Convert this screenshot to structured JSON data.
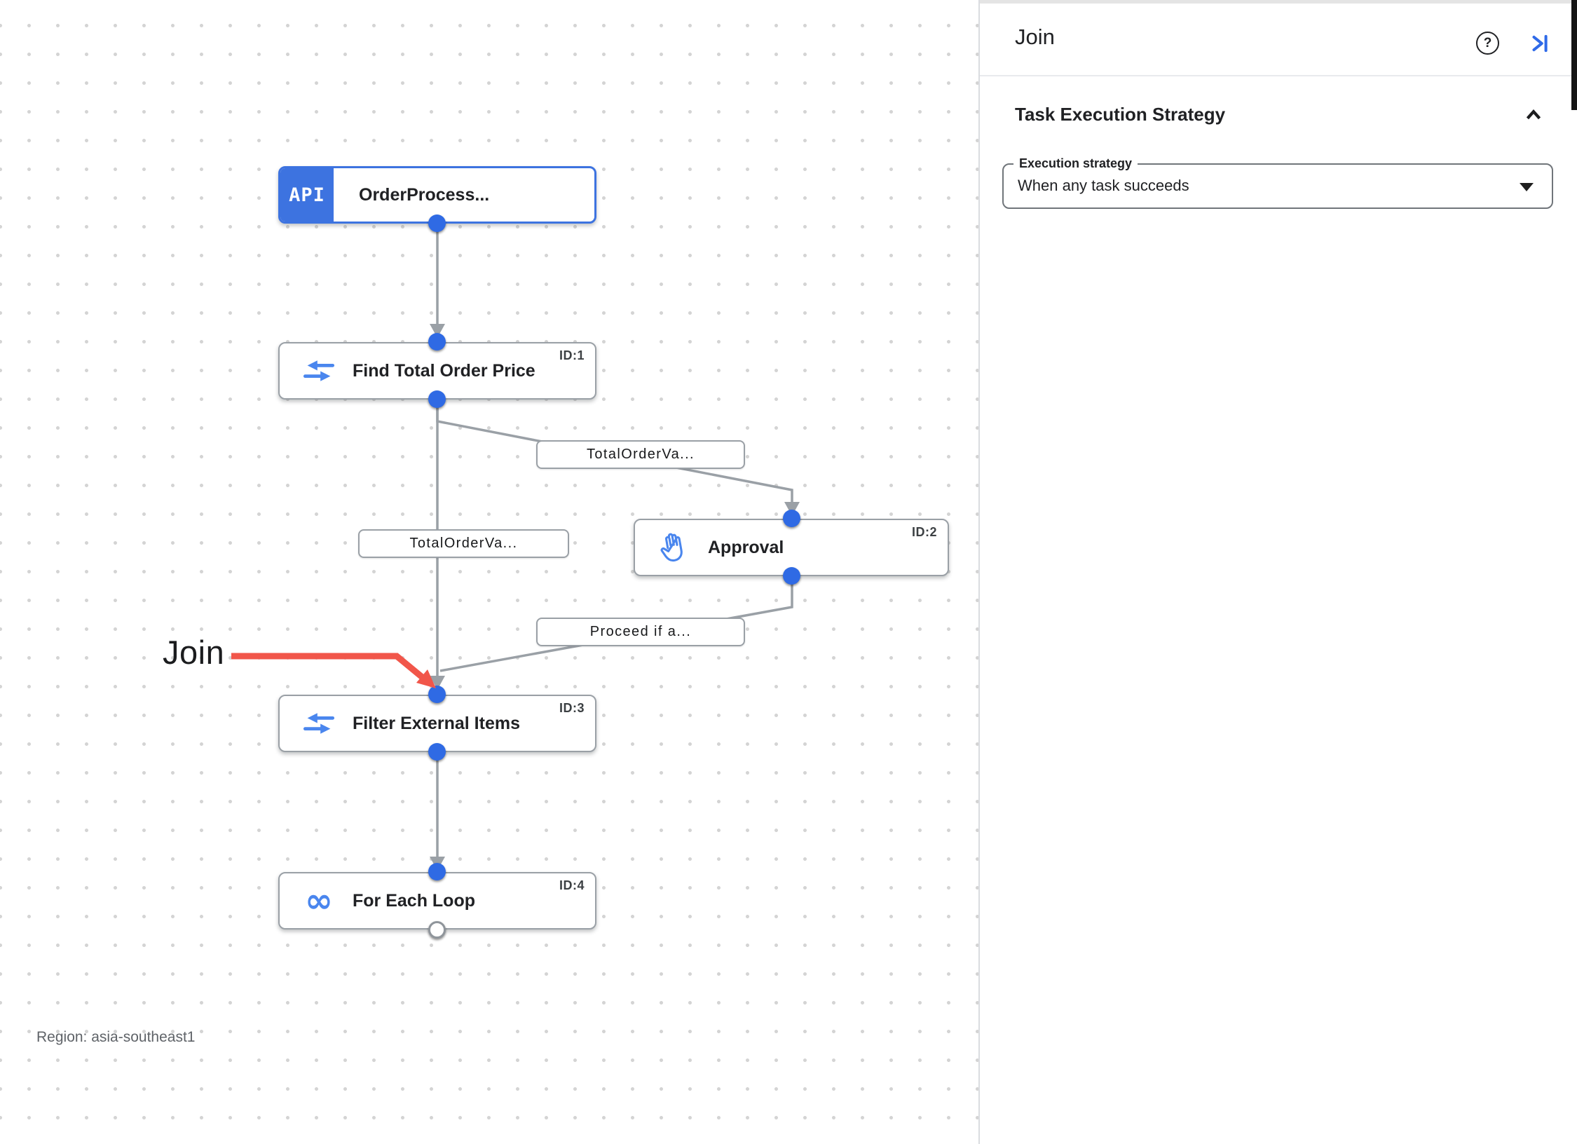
{
  "canvas": {
    "region_label": "Region: asia-southeast1",
    "annotation_label": "Join",
    "nodes": [
      {
        "badge": "API",
        "title": "OrderProcess..."
      },
      {
        "id": "ID:1",
        "title": "Find Total Order Price"
      },
      {
        "id": "ID:2",
        "title": "Approval"
      },
      {
        "id": "ID:3",
        "title": "Filter External Items"
      },
      {
        "id": "ID:4",
        "title": "For Each Loop"
      }
    ],
    "edge_labels": [
      "TotalOrderVa...",
      "TotalOrderVa...",
      "Proceed if a..."
    ],
    "infinity_glyph": "∞"
  },
  "panel": {
    "title": "Join",
    "help_glyph": "?",
    "section_title": "Task Execution Strategy",
    "execution_strategy": {
      "label": "Execution strategy",
      "value": "When any task succeeds"
    }
  },
  "colors": {
    "accent_blue": "#3d73e0",
    "port_blue": "#2f6ae4",
    "icon_blue": "#4a86ee",
    "edge_gray": "#9aa0a6",
    "annotation_red": "#f1564a",
    "link_blue": "#2f6ae8"
  }
}
